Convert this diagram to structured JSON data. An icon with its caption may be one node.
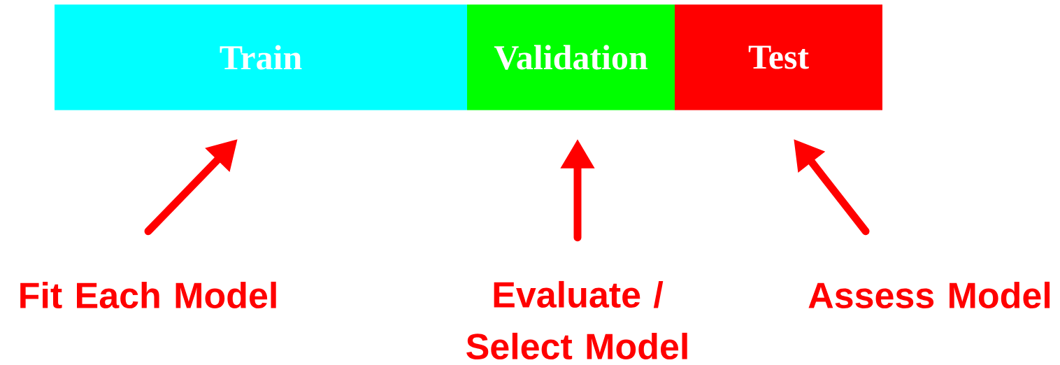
{
  "diagram": {
    "nodes": [
      {
        "text": [
          "Train"
        ]
      },
      {
        "text": [
          "Validation"
        ]
      },
      {
        "text": [
          "Test"
        ]
      },
      {
        "text": [
          "Fit Each Model"
        ]
      },
      {
        "text": [
          "Evaluate / Select Model"
        ]
      },
      {
        "text": [
          "Assess Model"
        ]
      }
    ],
    "edges": [
      {
        "from": 3,
        "to": 0,
        "arrow": "to"
      },
      {
        "from": 4,
        "to": 1,
        "arrow": "to"
      },
      {
        "from": 5,
        "to": 2,
        "arrow": "to"
      }
    ]
  }
}
